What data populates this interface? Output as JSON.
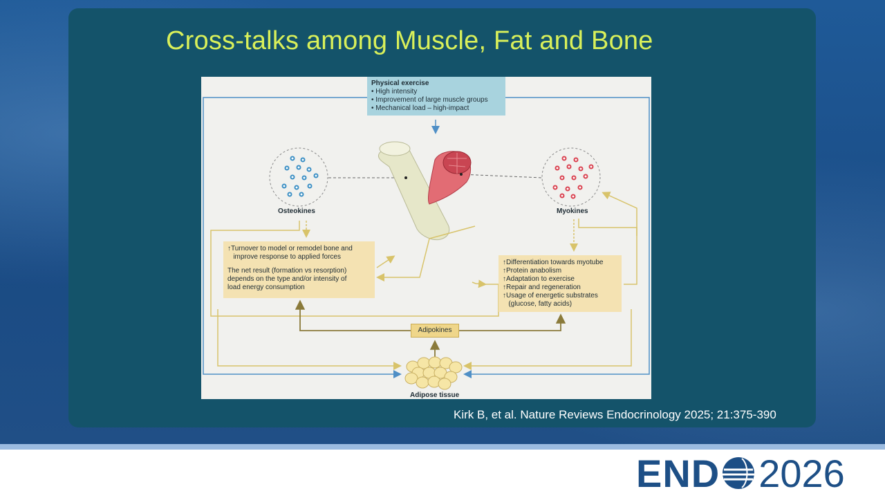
{
  "slide": {
    "title": "Cross-talks among Muscle, Fat and Bone",
    "citation": "Kirk B, et al. Nature Reviews Endocrinology 2025; 21:375-390"
  },
  "diagram": {
    "exercise": {
      "heading": "Physical exercise",
      "items": [
        "• High intensity",
        "• Improvement of large muscle groups",
        "• Mechanical load – high-impact"
      ]
    },
    "osteokines_label": "Osteokines",
    "myokines_label": "Myokines",
    "adipose_label": "Adipose tissue",
    "adipokines_label": "Adipokines",
    "bone_effects": [
      "↑Turnover to model or remodel bone and",
      "   improve response to applied forces",
      "",
      "The net result (formation vs resorption)",
      "depends on the type and/or intensity of",
      "load energy consumption"
    ],
    "muscle_effects": [
      "↑Differentiation towards myotube",
      "↑Protein anabolism",
      "↑Adaptation to exercise",
      "↑Repair and regeneration",
      "↑Usage of energetic substrates",
      "   (glucose, fatty acids)"
    ]
  },
  "colors": {
    "title": "#d9f05a",
    "osteokine_dot": "#3b8fc4",
    "myokine_dot": "#d9414f",
    "arrow_blue": "#4f8fc6",
    "arrow_yellow": "#d8c36a",
    "arrow_olive": "#8a7a3a"
  },
  "footer": {
    "logo_left": "END",
    "logo_right": "2026"
  }
}
